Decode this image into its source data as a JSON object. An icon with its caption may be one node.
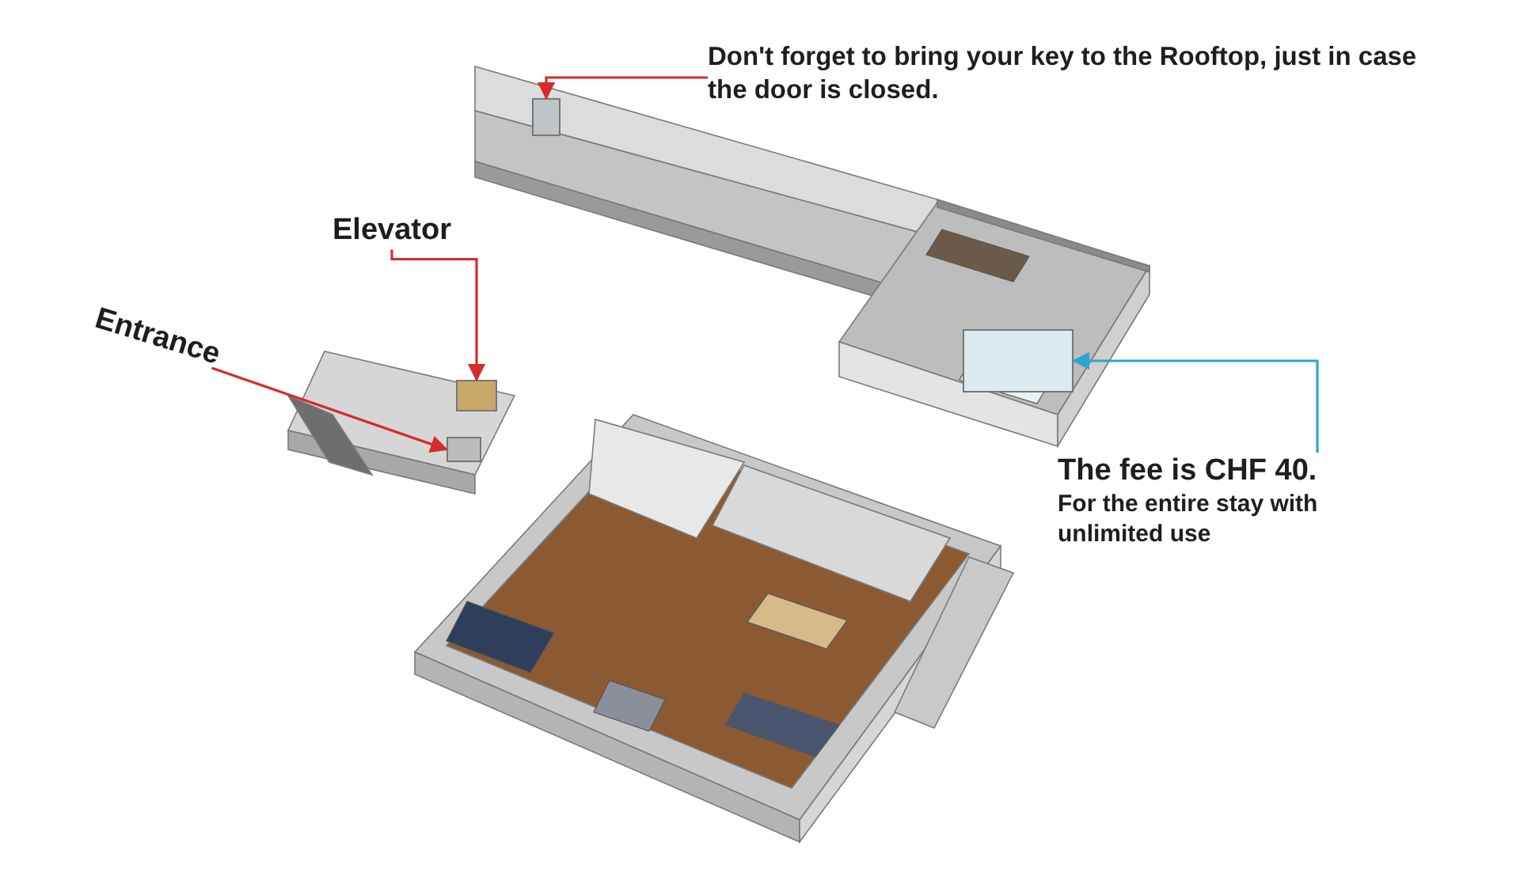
{
  "diagram": {
    "nodes": [
      {
        "text": [
          "Don't forget to bring your key to the Rooftop, just in case the door is closed."
        ]
      },
      {
        "text": [],
        "shape": "box"
      },
      {
        "text": [
          "Elevator"
        ]
      },
      {
        "text": [],
        "shape": "box"
      },
      {
        "text": [
          "Entrance"
        ]
      },
      {
        "text": [],
        "shape": "box"
      },
      {
        "text": [
          "The fee is CHF 40.",
          "For the entire stay with unlimited use"
        ]
      },
      {
        "text": [],
        "shape": "box"
      }
    ],
    "edges": [
      {
        "from": 0,
        "to": 1,
        "arrow": "to"
      },
      {
        "from": 2,
        "to": 3,
        "arrow": "to"
      },
      {
        "from": 4,
        "to": 5,
        "arrow": "to"
      },
      {
        "from": 6,
        "to": 7,
        "arrow": "to",
        "color": "#2aa7d1"
      }
    ]
  }
}
